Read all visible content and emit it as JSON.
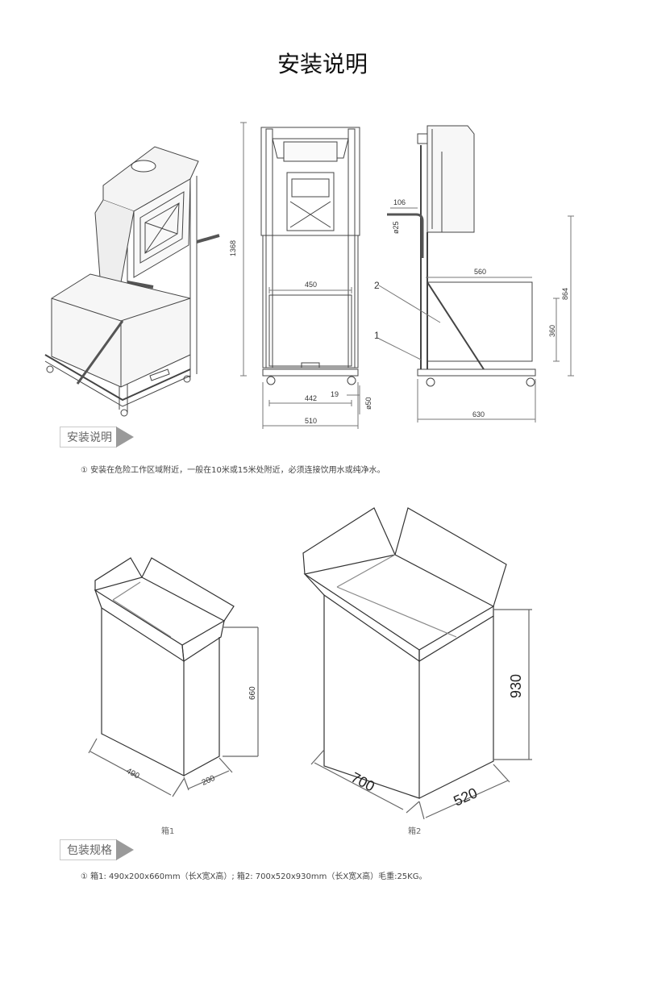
{
  "page_title": "安装说明",
  "install": {
    "tag_label": "安装说明",
    "note": "① 安装在危险工作区域附近，一般在10米或15米处附近，必须连接饮用水或纯净水。"
  },
  "front_view": {
    "dim_height": "1368",
    "dim_inner_width": "450",
    "dim_base_width": "442",
    "dim_total_width": "510",
    "dim_foot": "19",
    "dim_wheel": "ø50"
  },
  "side_view": {
    "dim_pipe": "106",
    "dim_pipe_dia": "ø25",
    "dim_height": "864",
    "dim_tank_width": "560",
    "dim_tank_height": "360",
    "dim_total_width": "630",
    "callout_1": "1",
    "callout_2": "2"
  },
  "box1": {
    "length": "490",
    "width": "200",
    "height": "660",
    "caption": "箱1"
  },
  "box2": {
    "length": "700",
    "width": "520",
    "height": "930",
    "caption": "箱2"
  },
  "packing": {
    "tag_label": "包装规格",
    "note": "① 箱1: 490x200x660mm（长X宽X高）; 箱2: 700x520x930mm（长X宽X高）毛重:25KG。"
  }
}
